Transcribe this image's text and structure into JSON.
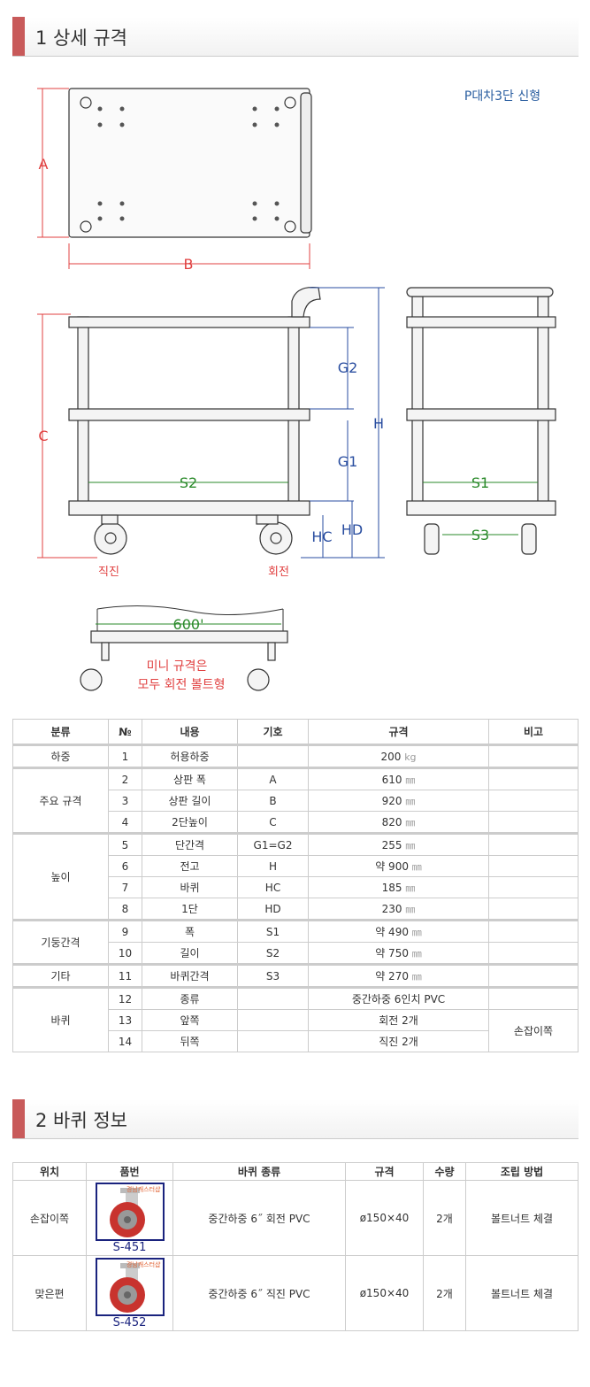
{
  "section1": {
    "title": "1 상세 규격"
  },
  "diagram": {
    "model": "P대차3단 신형",
    "A": "A",
    "B": "B",
    "C": "C",
    "G2": "G2",
    "G1": "G1",
    "H": "H",
    "S2": "S2",
    "S1": "S1",
    "S3": "S3",
    "HC": "HC",
    "HD": "HD",
    "fixed": "직진",
    "swivel": "회전",
    "mini_width": "600'",
    "mini_note1": "미니  규격은",
    "mini_note2": "모두  회전  볼트형"
  },
  "spec_table": {
    "headers": [
      "분류",
      "№",
      "내용",
      "기호",
      "규격",
      "비고"
    ],
    "groups": [
      {
        "category": "하중",
        "rows": [
          {
            "no": "1",
            "item": "허용하중",
            "symbol": "",
            "value": "200",
            "unit": "kg",
            "note": ""
          }
        ]
      },
      {
        "category": "주요 규격",
        "rows": [
          {
            "no": "2",
            "item": "상판 폭",
            "symbol": "A",
            "value": "610",
            "unit": "㎜",
            "note": ""
          },
          {
            "no": "3",
            "item": "상판 길이",
            "symbol": "B",
            "value": "920",
            "unit": "㎜",
            "note": ""
          },
          {
            "no": "4",
            "item": "2단높이",
            "symbol": "C",
            "value": "820",
            "unit": "㎜",
            "note": ""
          }
        ]
      },
      {
        "category": "높이",
        "rows": [
          {
            "no": "5",
            "item": "단간격",
            "symbol": "G1=G2",
            "value": "255",
            "unit": "㎜",
            "note": ""
          },
          {
            "no": "6",
            "item": "전고",
            "symbol": "H",
            "value": "약 900",
            "unit": "㎜",
            "note": ""
          },
          {
            "no": "7",
            "item": "바퀴",
            "symbol": "HC",
            "value": "185",
            "unit": "㎜",
            "note": ""
          },
          {
            "no": "8",
            "item": "1단",
            "symbol": "HD",
            "value": "230",
            "unit": "㎜",
            "note": ""
          }
        ]
      },
      {
        "category": "기둥간격",
        "rows": [
          {
            "no": "9",
            "item": "폭",
            "symbol": "S1",
            "value": "약 490",
            "unit": "㎜",
            "note": ""
          },
          {
            "no": "10",
            "item": "길이",
            "symbol": "S2",
            "value": "약 750",
            "unit": "㎜",
            "note": ""
          }
        ]
      },
      {
        "category": "기타",
        "rows": [
          {
            "no": "11",
            "item": "바퀴간격",
            "symbol": "S3",
            "value": "약 270",
            "unit": "㎜",
            "note": ""
          }
        ]
      },
      {
        "category": "바퀴",
        "rows": [
          {
            "no": "12",
            "item": "종류",
            "symbol": "",
            "value": "중간하중 6인치 PVC",
            "unit": "",
            "note": ""
          },
          {
            "no": "13",
            "item": "앞쪽",
            "symbol": "",
            "value": "회전 2개",
            "unit": "",
            "note": "손잡이쪽"
          },
          {
            "no": "14",
            "item": "뒤쪽",
            "symbol": "",
            "value": "직진 2개",
            "unit": "",
            "note": ""
          }
        ]
      }
    ]
  },
  "section2": {
    "title": "2 바퀴 정보"
  },
  "wheel_table": {
    "headers": [
      "위치",
      "품번",
      "바퀴 종류",
      "규격",
      "수량",
      "조립 방법"
    ],
    "rows": [
      {
        "position": "손잡이쪽",
        "code": "S-451",
        "watermark": "경남캐스터샵",
        "type": "중간하중 6˝ 회전 PVC",
        "size": "ø150×40",
        "qty": "2개",
        "assembly": "볼트너트 체결"
      },
      {
        "position": "맞은편",
        "code": "S-452",
        "watermark": "경남캐스터샵",
        "type": "중간하중 6˝ 직진 PVC",
        "size": "ø150×40",
        "qty": "2개",
        "assembly": "볼트너트 체결"
      }
    ]
  }
}
